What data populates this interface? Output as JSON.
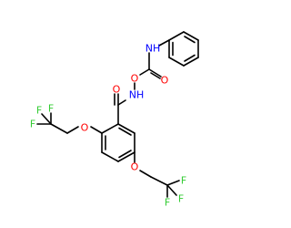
{
  "molecule": {
    "colors": {
      "carbon_bonds": "#000000",
      "nitrogen": "#0000ff",
      "oxygen": "#ff0000",
      "fluorine": "#33cc33",
      "background": "#ffffff"
    },
    "labels": {
      "nh_carbamate": "NH",
      "o_carbamate_ether": "O",
      "o_carbamate_carbonyl": "O",
      "o_amide_carbonyl": "O",
      "nh_amide": "NH",
      "o_ether_left": "O",
      "o_ether_right": "O",
      "f_left_1": "F",
      "f_left_2": "F",
      "f_left_3": "F",
      "f_right_1": "F",
      "f_right_2": "F",
      "f_right_3": "F"
    }
  }
}
